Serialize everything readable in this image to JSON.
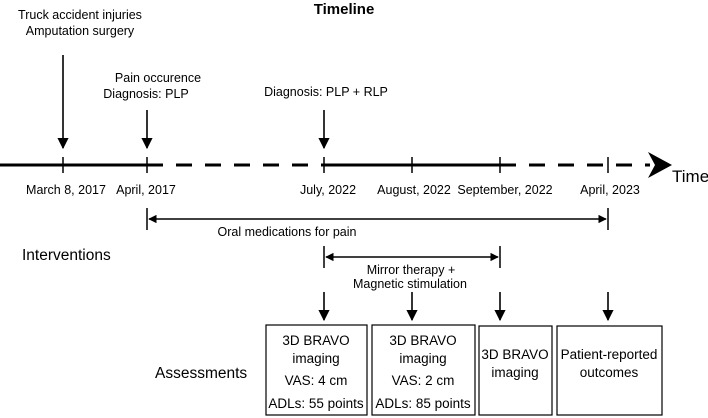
{
  "title": "Timeline",
  "events": {
    "accident_line1": "Truck accident injuries",
    "accident_line2": "Amputation surgery",
    "pain_line1": "Pain occurence",
    "pain_line2": "Diagnosis: PLP",
    "diagnosis2": "Diagnosis: PLP + RLP"
  },
  "dates": [
    "March 8, 2017",
    "April, 2017",
    "July, 2022",
    "August, 2022",
    "September, 2022",
    "April, 2023"
  ],
  "time_label": "Time",
  "medications": "Oral medications for pain",
  "interventions_label": "Interventions",
  "therapy_line1": "Mirror therapy +",
  "therapy_line2": "Magnetic stimulation",
  "assessments_label": "Assessments",
  "boxes": [
    {
      "lines": [
        "3D BRAVO",
        "imaging",
        "VAS: 4 cm",
        "ADLs: 55 points"
      ]
    },
    {
      "lines": [
        "3D BRAVO",
        "imaging",
        "VAS: 2 cm",
        "ADLs: 85 points"
      ]
    },
    {
      "lines": [
        "3D BRAVO",
        "imaging"
      ]
    },
    {
      "lines": [
        "Patient-reported",
        "outcomes"
      ]
    }
  ]
}
